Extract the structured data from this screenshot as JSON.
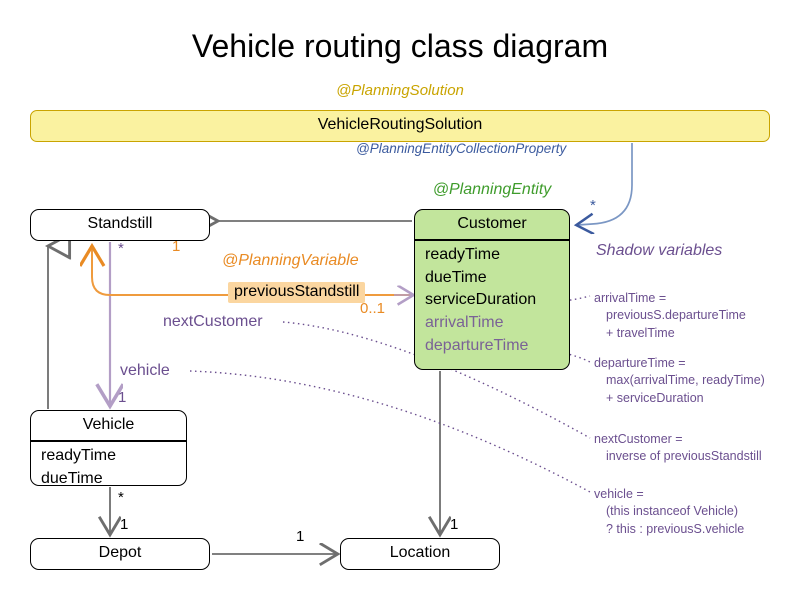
{
  "title": "Vehicle routing class diagram",
  "annotations": {
    "planning_solution": "@PlanningSolution",
    "planning_entity_collection_property": "@PlanningEntityCollectionProperty",
    "planning_entity": "@PlanningEntity",
    "planning_variable": "@PlanningVariable",
    "shadow_variables_heading": "Shadow variables"
  },
  "classes": {
    "solution": {
      "name": "VehicleRoutingSolution",
      "attributes": []
    },
    "standstill": {
      "name": "Standstill",
      "attributes": []
    },
    "customer": {
      "name": "Customer",
      "attributes": [
        "readyTime",
        "dueTime",
        "serviceDuration",
        "arrivalTime",
        "departureTime"
      ],
      "shadow_attributes": [
        "arrivalTime",
        "departureTime"
      ]
    },
    "vehicle": {
      "name": "Vehicle",
      "attributes": [
        "readyTime",
        "dueTime"
      ]
    },
    "depot": {
      "name": "Depot",
      "attributes": []
    },
    "location": {
      "name": "Location",
      "attributes": []
    }
  },
  "chip": {
    "previous_standstill": "previousStandstill"
  },
  "edge_labels": {
    "solution_customer_multiplicity": "*",
    "standstill_star": "*",
    "previous_standstill_one": "1",
    "previous_standstill_zero_one": "0..1",
    "next_customer": "nextCustomer",
    "vehicle_role": "vehicle",
    "vehicle_one": "1",
    "vehicle_depot_star": "*",
    "depot_one": "1",
    "depot_location_one": "1",
    "customer_location_one": "1"
  },
  "shadow_notes": [
    {
      "line1": "arrivalTime =",
      "line2": "previousS.departureTime",
      "line3": "+ travelTime"
    },
    {
      "line1": "departureTime =",
      "line2": "max(arrivalTime, readyTime)",
      "line3": "+ serviceDuration"
    },
    {
      "line1": "nextCustomer =",
      "line2": "inverse of previousStandstill",
      "line3": ""
    },
    {
      "line1": "vehicle =",
      "line2": "(this instanceof Vehicle)",
      "line3": "? this : previousS.vehicle"
    }
  ],
  "colors": {
    "solution_fill": "#faf2a0",
    "solution_border": "#c9a400",
    "entity_fill": "#c2e59c",
    "annotation_gold": "#c9a400",
    "annotation_green": "#3f9c2c",
    "annotation_orange": "#e98b24",
    "annotation_blue": "#3b5a9e",
    "shadow_purple": "#6b4f8f",
    "chip_fill": "#fbd6a0",
    "line_gray": "#6e6e6e",
    "line_purple": "#b39ec6"
  }
}
